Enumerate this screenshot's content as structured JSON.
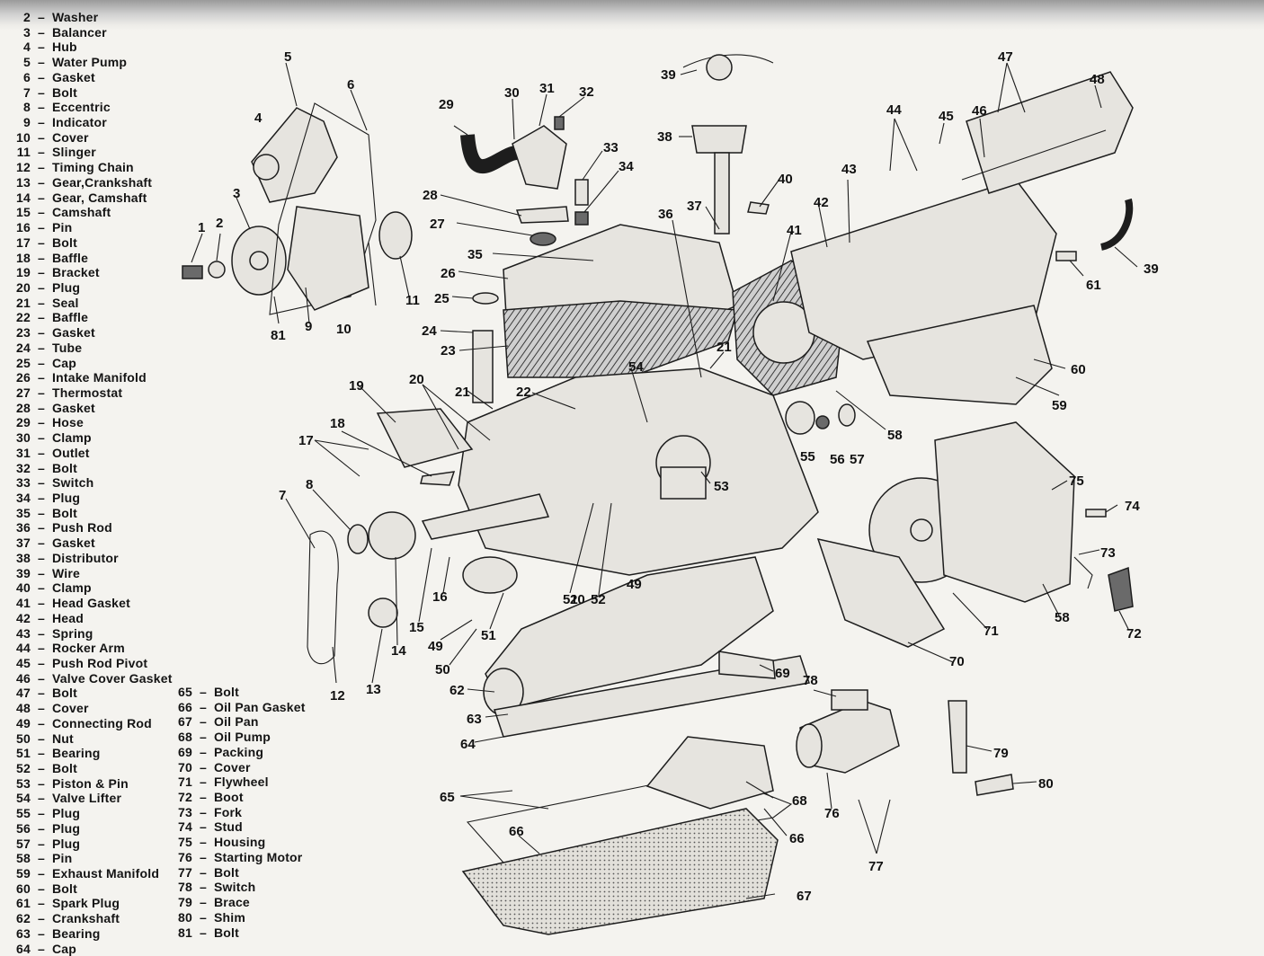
{
  "legend_left": [
    {
      "num": "2",
      "name": "Washer"
    },
    {
      "num": "3",
      "name": "Balancer"
    },
    {
      "num": "4",
      "name": "Hub"
    },
    {
      "num": "5",
      "name": "Water Pump"
    },
    {
      "num": "6",
      "name": "Gasket"
    },
    {
      "num": "7",
      "name": "Bolt"
    },
    {
      "num": "8",
      "name": "Eccentric"
    },
    {
      "num": "9",
      "name": "Indicator"
    },
    {
      "num": "10",
      "name": "Cover"
    },
    {
      "num": "11",
      "name": "Slinger"
    },
    {
      "num": "12",
      "name": "Timing Chain"
    },
    {
      "num": "13",
      "name": "Gear,Crankshaft"
    },
    {
      "num": "14",
      "name": "Gear, Camshaft"
    },
    {
      "num": "15",
      "name": "Camshaft"
    },
    {
      "num": "16",
      "name": "Pin"
    },
    {
      "num": "17",
      "name": "Bolt"
    },
    {
      "num": "18",
      "name": "Baffle"
    },
    {
      "num": "19",
      "name": "Bracket"
    },
    {
      "num": "20",
      "name": "Plug"
    },
    {
      "num": "21",
      "name": "Seal"
    },
    {
      "num": "22",
      "name": "Baffle"
    },
    {
      "num": "23",
      "name": "Gasket"
    },
    {
      "num": "24",
      "name": "Tube"
    },
    {
      "num": "25",
      "name": "Cap"
    },
    {
      "num": "26",
      "name": "Intake Manifold"
    },
    {
      "num": "27",
      "name": "Thermostat"
    },
    {
      "num": "28",
      "name": "Gasket"
    },
    {
      "num": "29",
      "name": "Hose"
    },
    {
      "num": "30",
      "name": "Clamp"
    },
    {
      "num": "31",
      "name": "Outlet"
    },
    {
      "num": "32",
      "name": "Bolt"
    },
    {
      "num": "33",
      "name": "Switch"
    },
    {
      "num": "34",
      "name": "Plug"
    },
    {
      "num": "35",
      "name": "Bolt"
    },
    {
      "num": "36",
      "name": "Push Rod"
    },
    {
      "num": "37",
      "name": "Gasket"
    },
    {
      "num": "38",
      "name": "Distributor"
    },
    {
      "num": "39",
      "name": "Wire"
    },
    {
      "num": "40",
      "name": "Clamp"
    },
    {
      "num": "41",
      "name": "Head Gasket"
    },
    {
      "num": "42",
      "name": "Head"
    },
    {
      "num": "43",
      "name": "Spring"
    },
    {
      "num": "44",
      "name": "Rocker Arm"
    },
    {
      "num": "45",
      "name": "Push Rod Pivot"
    },
    {
      "num": "46",
      "name": "Valve Cover Gasket"
    },
    {
      "num": "47",
      "name": "Bolt"
    },
    {
      "num": "48",
      "name": "Cover"
    },
    {
      "num": "49",
      "name": "Connecting Rod"
    },
    {
      "num": "50",
      "name": "Nut"
    },
    {
      "num": "51",
      "name": "Bearing"
    },
    {
      "num": "52",
      "name": "Bolt"
    },
    {
      "num": "53",
      "name": "Piston & Pin"
    },
    {
      "num": "54",
      "name": "Valve Lifter"
    },
    {
      "num": "55",
      "name": "Plug"
    },
    {
      "num": "56",
      "name": "Plug"
    },
    {
      "num": "57",
      "name": "Plug"
    },
    {
      "num": "58",
      "name": "Pin"
    },
    {
      "num": "59",
      "name": "Exhaust Manifold"
    },
    {
      "num": "60",
      "name": "Bolt"
    },
    {
      "num": "61",
      "name": "Spark Plug"
    },
    {
      "num": "62",
      "name": "Crankshaft"
    },
    {
      "num": "63",
      "name": "Bearing"
    },
    {
      "num": "64",
      "name": "Cap"
    }
  ],
  "legend_right": [
    {
      "num": "65",
      "name": "Bolt"
    },
    {
      "num": "66",
      "name": "Oil Pan Gasket"
    },
    {
      "num": "67",
      "name": "Oil Pan"
    },
    {
      "num": "68",
      "name": "Oil Pump"
    },
    {
      "num": "69",
      "name": "Packing"
    },
    {
      "num": "70",
      "name": "Cover"
    },
    {
      "num": "71",
      "name": "Flywheel"
    },
    {
      "num": "72",
      "name": "Boot"
    },
    {
      "num": "73",
      "name": "Fork"
    },
    {
      "num": "74",
      "name": "Stud"
    },
    {
      "num": "75",
      "name": "Housing"
    },
    {
      "num": "76",
      "name": "Starting Motor"
    },
    {
      "num": "77",
      "name": "Bolt"
    },
    {
      "num": "78",
      "name": "Switch"
    },
    {
      "num": "79",
      "name": "Brace"
    },
    {
      "num": "80",
      "name": "Shim"
    },
    {
      "num": "81",
      "name": "Bolt"
    }
  ],
  "legend_dash": "–",
  "callouts": [
    "1",
    "2",
    "3",
    "4",
    "5",
    "6",
    "7",
    "8",
    "9",
    "10",
    "11",
    "12",
    "13",
    "14",
    "15",
    "16",
    "17",
    "18",
    "19",
    "20",
    "20",
    "21",
    "21",
    "22",
    "23",
    "24",
    "25",
    "26",
    "27",
    "28",
    "29",
    "30",
    "31",
    "32",
    "33",
    "34",
    "35",
    "36",
    "37",
    "38",
    "39",
    "39",
    "40",
    "41",
    "42",
    "43",
    "44",
    "45",
    "46",
    "47",
    "48",
    "49",
    "49",
    "50",
    "51",
    "51",
    "52",
    "53",
    "54",
    "55",
    "56",
    "57",
    "58",
    "58",
    "59",
    "60",
    "61",
    "62",
    "63",
    "64",
    "65",
    "66",
    "66",
    "67",
    "68",
    "69",
    "70",
    "71",
    "72",
    "73",
    "74",
    "75",
    "76",
    "77",
    "78",
    "79",
    "80",
    "81"
  ],
  "colors": {
    "ink": "#141414",
    "paper": "#f4f3ef",
    "shade": "#9a9a9a"
  }
}
